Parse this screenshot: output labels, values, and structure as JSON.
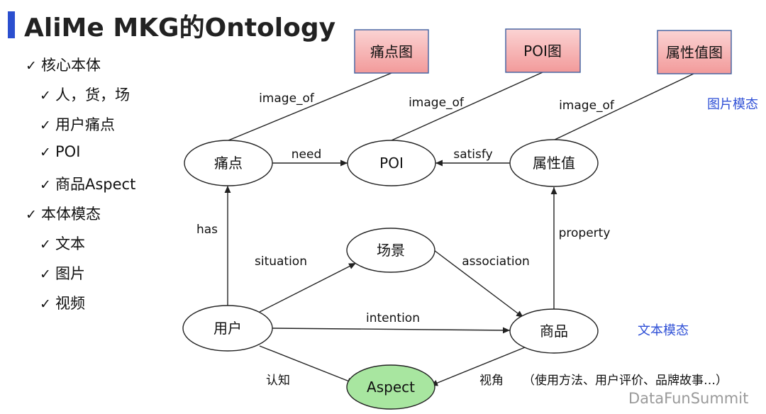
{
  "page": {
    "title": "AliMe MKG的Ontology",
    "watermark": "DataFunSummit"
  },
  "outline": [
    {
      "label": "核心本体",
      "level": 0
    },
    {
      "label": "人，货，场",
      "level": 1
    },
    {
      "label": "用户痛点",
      "level": 1
    },
    {
      "label": "POI",
      "level": 1
    },
    {
      "label": "商品Aspect",
      "level": 1
    },
    {
      "label": "本体模态",
      "level": 0
    },
    {
      "label": "文本",
      "level": 1
    },
    {
      "label": "图片",
      "level": 1
    },
    {
      "label": "视频",
      "level": 1
    }
  ],
  "diagram": {
    "image_nodes": [
      {
        "id": "img_pain",
        "label": "痛点图"
      },
      {
        "id": "img_poi",
        "label": "POI图"
      },
      {
        "id": "img_attr",
        "label": "属性值图"
      }
    ],
    "nodes": [
      {
        "id": "pain",
        "label": "痛点"
      },
      {
        "id": "poi",
        "label": "POI"
      },
      {
        "id": "attr",
        "label": "属性值"
      },
      {
        "id": "scene",
        "label": "场景"
      },
      {
        "id": "user",
        "label": "用户"
      },
      {
        "id": "product",
        "label": "商品"
      },
      {
        "id": "aspect",
        "label": "Aspect"
      }
    ],
    "edges": [
      {
        "from": "pain",
        "to": "img_pain",
        "label": "image_of"
      },
      {
        "from": "poi",
        "to": "img_poi",
        "label": "image_of"
      },
      {
        "from": "attr",
        "to": "img_attr",
        "label": "image_of"
      },
      {
        "from": "pain",
        "to": "poi",
        "label": "need"
      },
      {
        "from": "attr",
        "to": "poi",
        "label": "satisfy"
      },
      {
        "from": "user",
        "to": "pain",
        "label": "has"
      },
      {
        "from": "product",
        "to": "attr",
        "label": "property"
      },
      {
        "from": "user",
        "to": "scene",
        "label": "situation"
      },
      {
        "from": "scene",
        "to": "product",
        "label": "association"
      },
      {
        "from": "user",
        "to": "product",
        "label": "intention"
      },
      {
        "from": "user",
        "to": "aspect",
        "label": "认知"
      },
      {
        "from": "product",
        "to": "aspect",
        "label": "视角"
      }
    ],
    "aspect_note": "（使用方法、用户评价、品牌故事…）",
    "modality_labels": {
      "image": "图片模态",
      "text": "文本模态"
    },
    "colors": {
      "image_fill": "#f6a9a9",
      "image_stroke": "#3f5fa0",
      "aspect_fill": "#a8e6a0",
      "modality": "#2e4fd6",
      "line": "#222222"
    }
  }
}
